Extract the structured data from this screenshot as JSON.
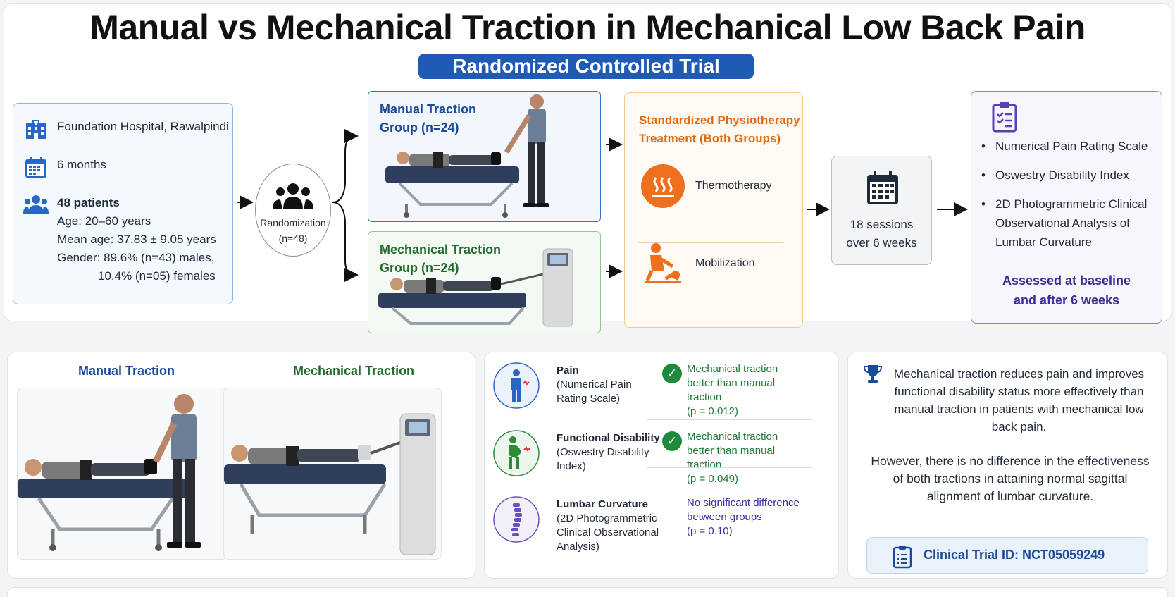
{
  "header": {
    "title": "Manual vs Mechanical Traction in Mechanical Low Back Pain",
    "subtitle": "Randomized Controlled Trial"
  },
  "study_info": {
    "location": "Foundation Hospital, Rawalpindi",
    "duration": "6 months",
    "patients": "48 patients",
    "age_range": "Age: 20–60 years",
    "mean_age": "Mean age: 37.83 ± 9.05 years",
    "gender_line1": "Gender: 89.6% (n=43) males,",
    "gender_line2": "10.4% (n=05) females"
  },
  "randomization": {
    "label": "Randomization",
    "n": "(n=48)"
  },
  "groups": {
    "manual_line1": "Manual Traction",
    "manual_line2": "Group (n=24)",
    "mechanical_line1": "Mechanical Traction",
    "mechanical_line2": "Group (n=24)"
  },
  "physio": {
    "title_line1": "Standardized Physiotherapy",
    "title_line2": "Treatment (Both Groups)",
    "item1": "Thermotherapy",
    "item2": "Mobilization"
  },
  "sessions": {
    "line1": "18 sessions",
    "line2": "over 6 weeks"
  },
  "outcomes": {
    "items": [
      "Numerical Pain Rating Scale",
      "Oswestry Disability Index",
      "2D Photogrammetric Clinical Observational Analysis of Lumbar Curvature"
    ],
    "assessed_line1": "Assessed at baseline",
    "assessed_line2": "and after 6 weeks"
  },
  "photos": {
    "manual_title": "Manual Traction",
    "mechanical_title": "Mechanical Traction"
  },
  "results": [
    {
      "measure": "Pain",
      "scale": "(Numerical Pain Rating Scale)",
      "finding": "Mechanical traction better than manual traction",
      "p": "(p = 0.012)"
    },
    {
      "measure": "Functional Disability",
      "scale": "(Oswestry Disability Index)",
      "finding": "Mechanical traction better than manual traction",
      "p": "(p = 0.049)"
    },
    {
      "measure": "Lumbar Curvature",
      "scale": "(2D Photogrammetric Clinical Observational Analysis)",
      "finding": "No significant difference between groups",
      "p": "(p = 0.10)"
    }
  ],
  "conclusion": {
    "para1": "Mechanical traction reduces pain and improves functional disability status more effectively than manual traction in patients with mechanical low back pain.",
    "para2": "However, there is no difference in the effectiveness of both tractions in attaining normal sagittal alignment of lumbar curvature.",
    "trial_id": "Clinical Trial ID: NCT05059249"
  },
  "colors": {
    "primary_blue": "#1f5bb5",
    "green": "#1e8a3c",
    "orange": "#e06a12",
    "purple": "#3f2a9c"
  },
  "icons": [
    "hospital-icon",
    "calendar-icon",
    "people-icon",
    "group-icon",
    "clipboard-icon",
    "heat-icon",
    "mobilization-icon",
    "trophy-icon",
    "check-icon",
    "pain-icon",
    "disability-icon",
    "spine-icon"
  ]
}
